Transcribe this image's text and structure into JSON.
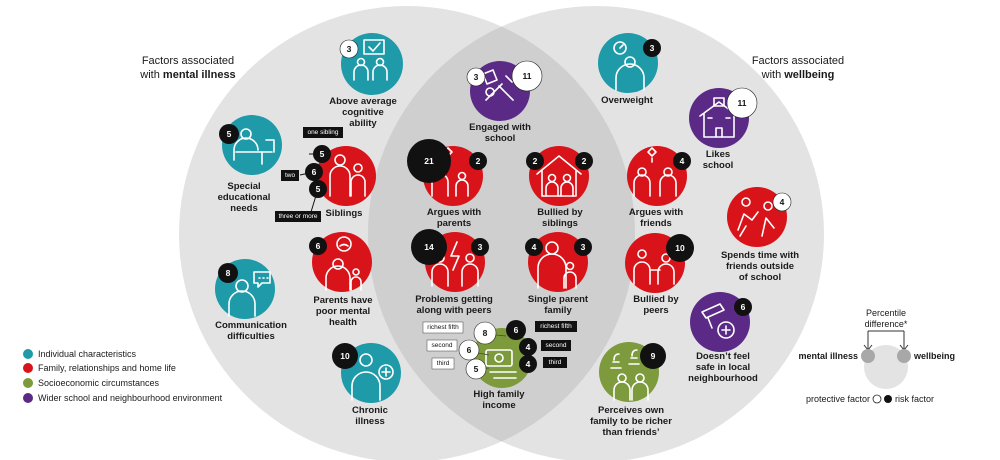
{
  "titles": {
    "left_line1": "Factors associated",
    "left_line2_pre": "with ",
    "left_line2_bold": "mental illness",
    "right_line1": "Factors associated",
    "right_line2_pre": "with ",
    "right_line2_bold": "wellbeing"
  },
  "colors": {
    "individual": "#1e9aa9",
    "family": "#d8141a",
    "socioeconomic": "#7d9a3c",
    "school": "#5a2a86",
    "venn_fill": "#e3e3e3",
    "venn_overlap": "#cfcfcf"
  },
  "factors": {
    "above_average": {
      "label": [
        "Above average",
        "cognitive",
        "ability"
      ],
      "category": "individual",
      "icon": "classroom-icon",
      "pills": [
        {
          "value": "3",
          "type": "protective"
        }
      ]
    },
    "special_educational": {
      "label": [
        "Special",
        "educational",
        "needs"
      ],
      "category": "individual",
      "icon": "desk-icon",
      "pills": [
        {
          "value": "5",
          "type": "risk"
        }
      ]
    },
    "communication": {
      "label": [
        "Communication",
        "difficulties"
      ],
      "category": "individual",
      "icon": "speech-icon",
      "pills": [
        {
          "value": "8",
          "type": "risk"
        }
      ]
    },
    "chronic_illness": {
      "label": [
        "Chronic",
        "illness"
      ],
      "category": "individual",
      "icon": "medical-icon",
      "pills": [
        {
          "value": "10",
          "type": "risk"
        }
      ]
    },
    "siblings": {
      "label": [
        "Siblings"
      ],
      "category": "family",
      "icon": "family-icon",
      "pills": [
        {
          "value": "5",
          "type": "risk"
        },
        {
          "value": "6",
          "type": "risk"
        },
        {
          "value": "5",
          "type": "risk"
        }
      ],
      "tags": [
        "one sibling",
        "two",
        "three or more"
      ]
    },
    "parents_mental": {
      "label": [
        "Parents have",
        "poor mental",
        "health"
      ],
      "category": "family",
      "icon": "parent-icon",
      "pills": [
        {
          "value": "6",
          "type": "risk"
        }
      ]
    },
    "engaged_school": {
      "label": [
        "Engaged with",
        "school"
      ],
      "category": "school",
      "icon": "school-tools-icon",
      "pills": [
        {
          "value": "3",
          "type": "protective"
        },
        {
          "value": "11",
          "type": "protective"
        }
      ]
    },
    "argues_parents": {
      "label": [
        "Argues with",
        "parents"
      ],
      "category": "family",
      "icon": "argue-icon",
      "pills": [
        {
          "value": "21",
          "type": "risk"
        },
        {
          "value": "2",
          "type": "risk"
        }
      ]
    },
    "bullied_siblings": {
      "label": [
        "Bullied by",
        "siblings"
      ],
      "category": "family",
      "icon": "house-icon",
      "pills": [
        {
          "value": "2",
          "type": "risk"
        },
        {
          "value": "2",
          "type": "risk"
        }
      ]
    },
    "problems_peers": {
      "label": [
        "Problems getting",
        "along with peers"
      ],
      "category": "family",
      "icon": "conflict-icon",
      "pills": [
        {
          "value": "14",
          "type": "risk"
        },
        {
          "value": "3",
          "type": "risk"
        }
      ]
    },
    "single_parent": {
      "label": [
        "Single parent",
        "family"
      ],
      "category": "family",
      "icon": "single-parent-icon",
      "pills": [
        {
          "value": "4",
          "type": "risk"
        },
        {
          "value": "3",
          "type": "risk"
        }
      ]
    },
    "high_income": {
      "label": [
        "High family",
        "income"
      ],
      "category": "socioeconomic",
      "icon": "money-icon",
      "pills": [
        {
          "value": "8",
          "type": "protective"
        },
        {
          "value": "6",
          "type": "protective"
        },
        {
          "value": "5",
          "type": "protective"
        },
        {
          "value": "6",
          "type": "risk"
        },
        {
          "value": "4",
          "type": "risk"
        },
        {
          "value": "4",
          "type": "risk"
        }
      ],
      "tags": [
        "richest fifth",
        "second",
        "third",
        "richest fifth",
        "second",
        "third"
      ]
    },
    "overweight": {
      "label": [
        "Overweight"
      ],
      "category": "individual",
      "icon": "scale-icon",
      "pills": [
        {
          "value": "3",
          "type": "risk"
        }
      ]
    },
    "likes_school": {
      "label": [
        "Likes",
        "school"
      ],
      "category": "school",
      "icon": "school-building-icon",
      "pills": [
        {
          "value": "11",
          "type": "protective"
        }
      ]
    },
    "argues_friends": {
      "label": [
        "Argues with",
        "friends"
      ],
      "category": "family",
      "icon": "argue-icon",
      "pills": [
        {
          "value": "4",
          "type": "risk"
        }
      ]
    },
    "spends_time": {
      "label": [
        "Spends time with",
        "friends outside",
        "of school"
      ],
      "category": "family",
      "icon": "friends-icon",
      "pills": [
        {
          "value": "4",
          "type": "protective"
        }
      ]
    },
    "bullied_peers": {
      "label": [
        "Bullied by",
        "peers"
      ],
      "category": "family",
      "icon": "bully-icon",
      "pills": [
        {
          "value": "10",
          "type": "risk"
        }
      ]
    },
    "not_safe": {
      "label": [
        "Doesn’t feel",
        "safe in local",
        "neighbourhood"
      ],
      "category": "school",
      "icon": "weapon-icon",
      "pills": [
        {
          "value": "6",
          "type": "risk"
        }
      ]
    },
    "perceives_richer": {
      "label": [
        "Perceives own",
        "family to be richer",
        "than friends’"
      ],
      "category": "socioeconomic",
      "icon": "pound-icon",
      "pills": [
        {
          "value": "9",
          "type": "risk"
        }
      ]
    }
  },
  "legend": {
    "items": [
      {
        "label": "Individual characteristics",
        "category": "individual"
      },
      {
        "label": "Family, relationships and home life",
        "category": "family"
      },
      {
        "label": "Socioeconomic circumstances",
        "category": "socioeconomic"
      },
      {
        "label": "Wider school and neighbourhood environment",
        "category": "school"
      }
    ]
  },
  "key": {
    "percentile_line1": "Percentile",
    "percentile_line2": "difference*",
    "mental_illness": "mental illness",
    "wellbeing": "wellbeing",
    "protective_label": "protective factor",
    "risk_label": "risk factor"
  }
}
